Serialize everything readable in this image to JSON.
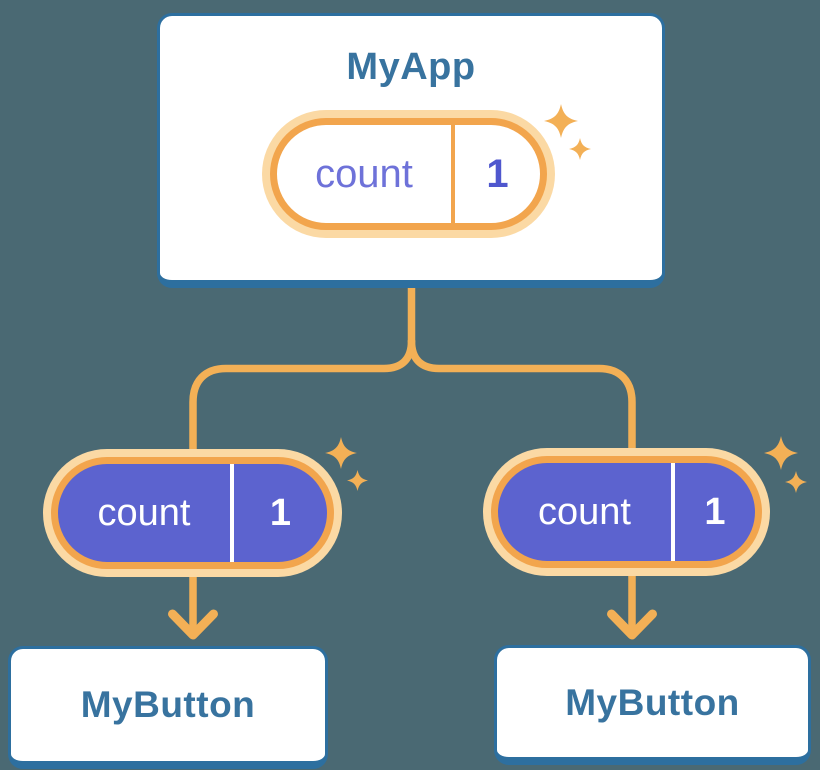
{
  "colors": {
    "background": "#4a6973",
    "card_background": "#ffffff",
    "card_border": "#2d6f9f",
    "component_title_text": "#38739f",
    "connector_orange": "#f3b056",
    "pill_ring": "#f2a54d",
    "pill_outer_glow": "#fbd9a4",
    "pill_fill_light": "#ffffff",
    "pill_fill_purple": "#5c63cf",
    "state_name_text_purple": "#6e72d9",
    "state_value_text_purple": "#4f57ce",
    "pill_text_on_purple": "#ffffff"
  },
  "icons": {
    "sparkle": "sparkle-icon",
    "arrow": "arrow-down-icon"
  },
  "diagram": {
    "root": {
      "title": "MyApp",
      "state": {
        "name": "count",
        "value": "1"
      }
    },
    "children": [
      {
        "title": "MyButton",
        "prop": {
          "name": "count",
          "value": "1"
        }
      },
      {
        "title": "MyButton",
        "prop": {
          "name": "count",
          "value": "1"
        }
      }
    ]
  }
}
